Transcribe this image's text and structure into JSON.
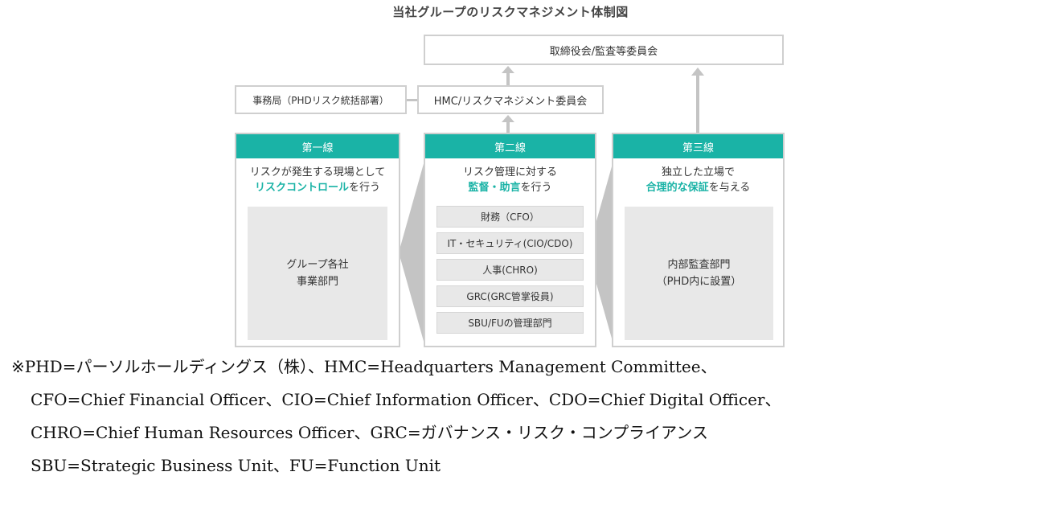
{
  "title": "当社グループのリスクマネジメント体制図",
  "board": "取締役会/監査等委員会",
  "secretariat": "事務局（PHDリスク統括部署）",
  "hmc": "HMC/リスクマネジメント委員会",
  "lines": [
    {
      "header": "第一線",
      "desc_line1": "リスクが発生する現場として",
      "desc_hl": "リスクコントロール",
      "desc_tail": "を行う",
      "panel_line1": "グループ各社",
      "panel_line2": "事業部門"
    },
    {
      "header": "第二線",
      "desc_line1": "リスク管理に対する",
      "desc_hl": "監督・助言",
      "desc_tail": "を行う",
      "items": [
        "財務（CFO）",
        "IT・セキュリティ(CIO/CDO)",
        "人事(CHRO)",
        "GRC(GRC管掌役員)",
        "SBU/FUの管理部門"
      ]
    },
    {
      "header": "第三線",
      "desc_line1": "独立した立場で",
      "desc_hl": "合理的な保証",
      "desc_tail": "を与える",
      "panel_line1": "内部監査部門",
      "panel_line2": "（PHD内に設置）"
    }
  ],
  "notes": [
    "※PHD=パーソルホールディングス（株）、HMC=Headquarters Management Committee、",
    "CFO=Chief Financial Officer、CIO=Chief Information Officer、CDO=Chief Digital Officer、",
    "CHRO=Chief Human Resources Officer、GRC=ガバナンス・リスク・コンプライアンス",
    "SBU=Strategic Business Unit、FU=Function Unit"
  ],
  "colors": {
    "accent": "#1ab3a6",
    "border": "#cfcfcf",
    "panel": "#e8e8e8",
    "arrow": "#c4c4c4"
  }
}
